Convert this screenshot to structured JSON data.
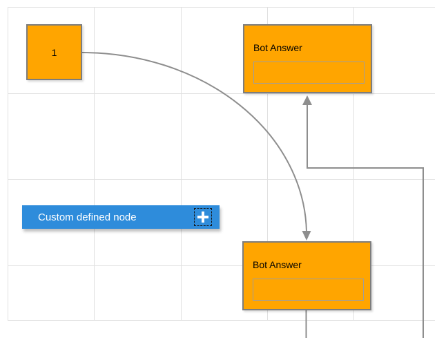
{
  "diagram": {
    "nodes": {
      "start": {
        "label": "1"
      },
      "bot_answers": [
        {
          "title": "Bot Answer",
          "input_value": ""
        },
        {
          "title": "Bot Answer",
          "input_value": ""
        }
      ],
      "custom": {
        "label": "Custom defined node",
        "action_icon": "plus-icon"
      }
    },
    "connectors": [
      {
        "from": "start-node",
        "to": "bot-answer-bottom",
        "style": "curved",
        "arrow": "down"
      },
      {
        "from": "bot-answer-bottom",
        "to": "bot-answer-top",
        "style": "orthogonal",
        "arrow": "up"
      }
    ]
  },
  "colors": {
    "canvas_bg": "#FFFFFF",
    "grid_color": "#E0E0E0",
    "node_fill": "#FFA500",
    "node_border": "#7D7D7D",
    "inner_border": "#9E9E9E",
    "custom_fill": "#2E8CDB",
    "custom_text": "#FFFFFF",
    "connector_color": "#8E8E8E",
    "label_color": "#000000"
  }
}
